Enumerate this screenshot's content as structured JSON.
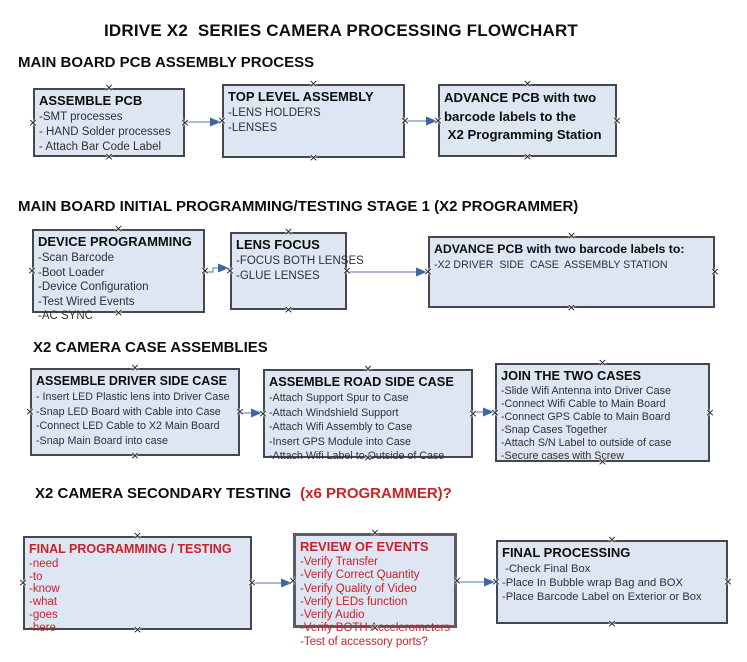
{
  "title": "IDRIVE X2  SERIES CAMERA PROCESSING FLOWCHART",
  "colors": {
    "accent_red": "#cc2127",
    "box_fill": "#dde6f2",
    "box_border": "#45474e",
    "arrow_line": "#8ba3c7",
    "arrow_head": "#3e66a3"
  },
  "sections": [
    {
      "heading": "MAIN BOARD PCB ASSEMBLY PROCESS",
      "boxes": [
        {
          "id": "assemble-pcb",
          "title": "ASSEMBLE PCB",
          "items": [
            "-SMT processes",
            "- HAND Solder processes",
            "- Attach Bar Code Label"
          ]
        },
        {
          "id": "top-level-assembly",
          "title": "TOP LEVEL ASSEMBLY",
          "items": [
            "-LENS HOLDERS",
            "-LENSES"
          ]
        },
        {
          "id": "advance-pcb-to-programming-station",
          "title_lines": [
            "ADVANCE PCB with two",
            "barcode labels to the",
            " X2 Programming Station"
          ],
          "items": []
        }
      ]
    },
    {
      "heading": "MAIN BOARD INITIAL PROGRAMMING/TESTING STAGE 1 (X2 PROGRAMMER)",
      "boxes": [
        {
          "id": "device-programming",
          "title": "DEVICE PROGRAMMING",
          "items": [
            "-Scan Barcode",
            "-Boot Loader",
            "-Device Configuration",
            "-Test Wired Events",
            "-AC SYNC"
          ]
        },
        {
          "id": "lens-focus",
          "title": "LENS FOCUS",
          "items": [
            "-FOCUS BOTH LENSES",
            "-GLUE LENSES"
          ]
        },
        {
          "id": "advance-pcb-to-case-assembly",
          "title": "ADVANCE PCB with two barcode labels to:",
          "items": [
            "-X2 DRIVER  SIDE  CASE  ASSEMBLY STATION"
          ]
        }
      ]
    },
    {
      "heading": "X2 CAMERA CASE ASSEMBLIES",
      "boxes": [
        {
          "id": "assemble-driver-side-case",
          "title": "ASSEMBLE DRIVER SIDE CASE",
          "items": [
            "- Insert LED Plastic lens into Driver Case",
            "-Snap LED Board with Cable into Case",
            "-Connect LED Cable to X2 Main Board",
            "-Snap Main Board into case"
          ]
        },
        {
          "id": "assemble-road-side-case",
          "title": "ASSEMBLE ROAD SIDE CASE",
          "items": [
            "-Attach Support Spur to Case",
            "-Attach Windshield Support",
            "-Attach Wifi Assembly to Case",
            "-Insert GPS Module into Case",
            "-Attach Wifi Label to Outside of Case"
          ]
        },
        {
          "id": "join-the-two-cases",
          "title": "JOIN THE TWO CASES",
          "items": [
            "-Slide Wifi Antenna into Driver Case",
            "-Connect Wifi Cable to Main Board",
            "-Connect GPS Cable to Main Board",
            "-Snap Cases Together",
            "-Attach S/N Label to outside of case",
            "-Secure cases with Screw"
          ]
        }
      ]
    },
    {
      "heading": "X2 CAMERA SECONDARY TESTING",
      "heading_red": "(x6 PROGRAMMER)?",
      "boxes": [
        {
          "id": "final-programming-testing",
          "title": "FINAL PROGRAMMING / TESTING",
          "color": "red",
          "items": [
            "-need",
            "-to",
            "-know",
            "-what",
            "-goes",
            "-here"
          ]
        },
        {
          "id": "review-of-events",
          "title": "REVIEW OF EVENTS",
          "color": "red",
          "items": [
            "-Verify Transfer",
            "-Verify Correct Quantity",
            "-Verify Quality of Video",
            "-Verify LEDs function",
            "-Verify Audio",
            "-Verify BOTH Accelerometers",
            "-Test of accessory ports?"
          ]
        },
        {
          "id": "final-processing",
          "title": "FINAL PROCESSING",
          "items": [
            " -Check Final Box",
            "-Place In Bubble wrap Bag and BOX",
            "-Place Barcode Label on Exterior or Box"
          ]
        }
      ]
    }
  ]
}
